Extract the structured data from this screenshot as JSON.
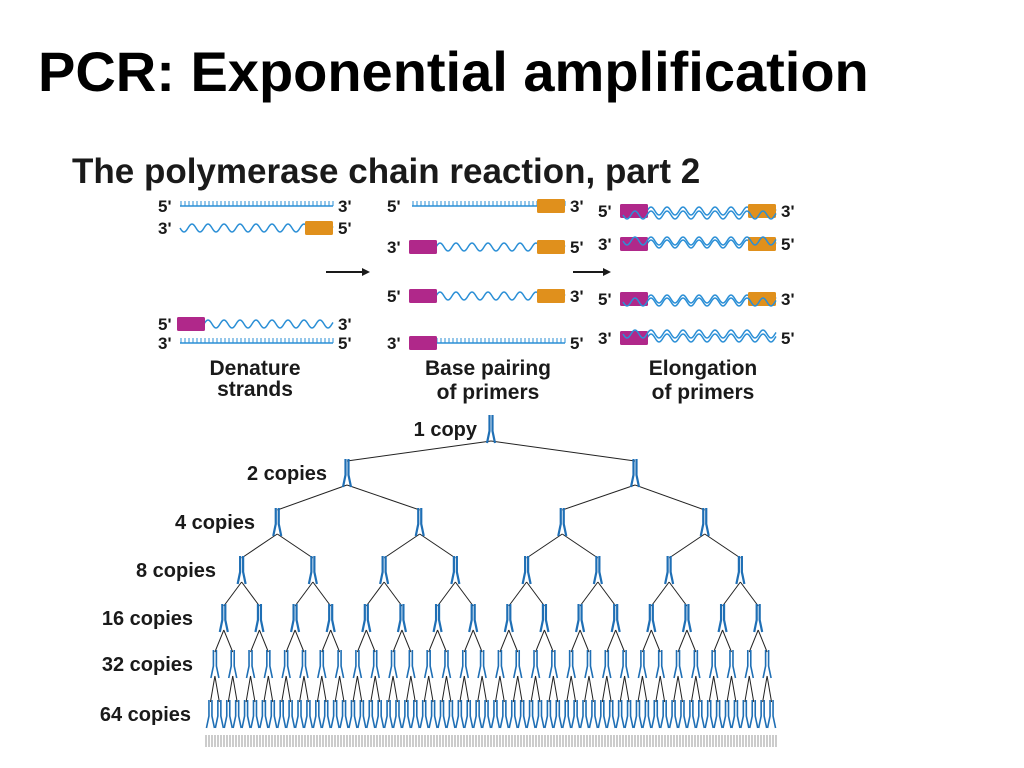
{
  "slide": {
    "title": "PCR: Exponential amplification"
  },
  "figure": {
    "title": "The polymerase chain reaction, part 2",
    "end_labels": {
      "five_prime": "5'",
      "three_prime": "3'"
    },
    "steps": [
      {
        "line1": "Denature",
        "line2": "strands"
      },
      {
        "line1": "Base pairing",
        "line2": "of primers"
      },
      {
        "line1": "Elongation",
        "line2": "of primers"
      }
    ],
    "amplification": {
      "levels": [
        {
          "label": "1 copy",
          "copies": 1
        },
        {
          "label": "2 copies",
          "copies": 2
        },
        {
          "label": "4 copies",
          "copies": 4
        },
        {
          "label": "8 copies",
          "copies": 8
        },
        {
          "label": "16 copies",
          "copies": 16
        },
        {
          "label": "32 copies",
          "copies": 32
        },
        {
          "label": "64 copies",
          "copies": 64
        }
      ]
    },
    "colors": {
      "strand": "#2b8fd6",
      "dna_copy": "#1f6fb5",
      "forward_primer": "#b0288a",
      "reverse_primer": "#e0901c",
      "arrow": "#1a1a1a",
      "label_text": "#1a1a1a"
    }
  }
}
